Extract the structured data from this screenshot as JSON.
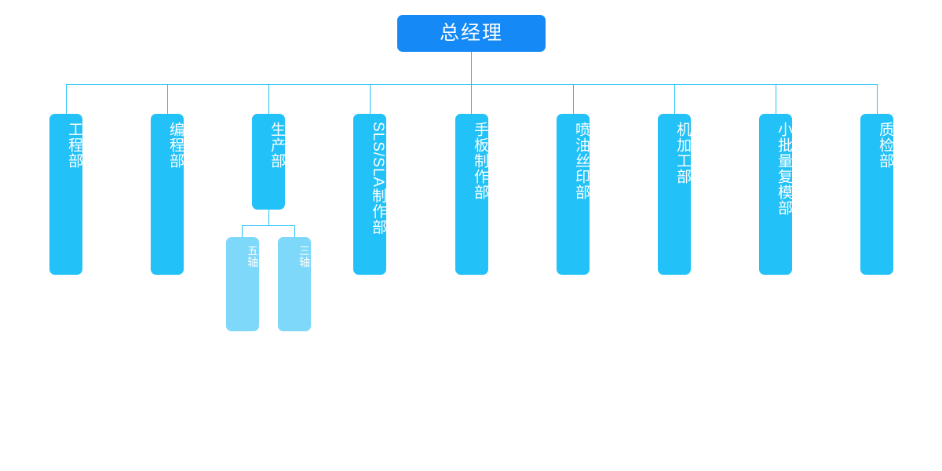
{
  "chart": {
    "type": "org-chart",
    "title": "",
    "root": {
      "label": "总经理",
      "color": "#1589f5",
      "shadow_color": "#12386b",
      "text_color": "#ffffff"
    },
    "node_color": "#22c1f7",
    "sub_node_color": "#7dd8fa",
    "connector_color": "#22c1f7",
    "departments": [
      {
        "label": "工程部",
        "orientation": "vertical"
      },
      {
        "label": "编程部",
        "orientation": "vertical"
      },
      {
        "label": "生产部",
        "orientation": "vertical"
      },
      {
        "label": "SLS/SLA制作部",
        "orientation": "vertical-mixed"
      },
      {
        "label": "手板制作部",
        "orientation": "vertical"
      },
      {
        "label": "喷油丝印部",
        "orientation": "vertical"
      },
      {
        "label": "机加工部",
        "orientation": "vertical"
      },
      {
        "label": "小批量复模部",
        "orientation": "vertical"
      },
      {
        "label": "质检部",
        "orientation": "vertical"
      }
    ],
    "sub_departments": [
      {
        "label": "五轴",
        "parent": "生产部"
      },
      {
        "label": "三轴",
        "parent": "生产部"
      }
    ]
  }
}
